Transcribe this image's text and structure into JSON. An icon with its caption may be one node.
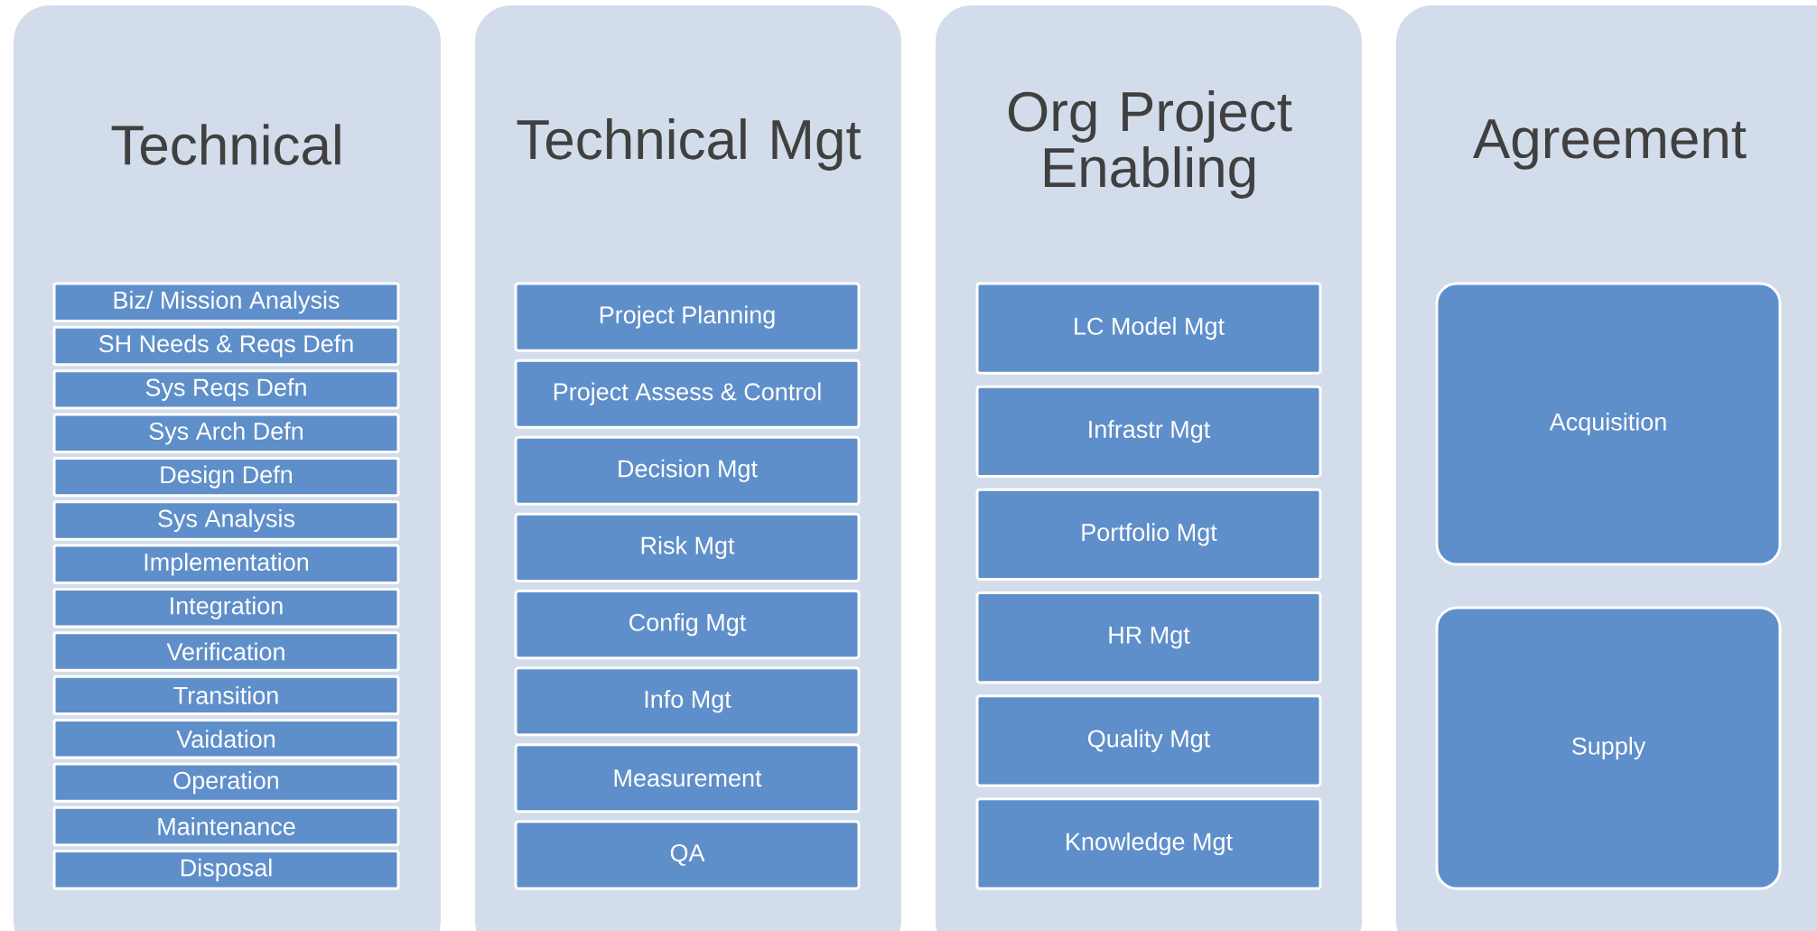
{
  "diagram": {
    "nodes": [
      {
        "text": [
          "Technical"
        ]
      },
      {
        "text": [
          "Biz/ Mission Analysis"
        ],
        "in": 0
      },
      {
        "text": [
          "SH Needs & Reqs Defn"
        ],
        "in": 0
      },
      {
        "text": [
          "Sys Reqs Defn"
        ],
        "in": 0
      },
      {
        "text": [
          "Sys Arch Defn"
        ],
        "in": 0
      },
      {
        "text": [
          "Design Defn"
        ],
        "in": 0
      },
      {
        "text": [
          "Sys Analysis"
        ],
        "in": 0
      },
      {
        "text": [
          "Implementation"
        ],
        "in": 0
      },
      {
        "text": [
          "Integration"
        ],
        "in": 0
      },
      {
        "text": [
          "Verification"
        ],
        "in": 0
      },
      {
        "text": [
          "Transition"
        ],
        "in": 0
      },
      {
        "text": [
          "Vaidation"
        ],
        "in": 0
      },
      {
        "text": [
          "Operation"
        ],
        "in": 0
      },
      {
        "text": [
          "Maintenance"
        ],
        "in": 0
      },
      {
        "text": [
          "Disposal"
        ],
        "in": 0
      },
      {
        "text": [
          "Technical Mgt"
        ]
      },
      {
        "text": [
          "Project Planning"
        ],
        "in": 15
      },
      {
        "text": [
          "Project Assess & Control"
        ],
        "in": 15
      },
      {
        "text": [
          "Decision Mgt"
        ],
        "in": 15
      },
      {
        "text": [
          "Risk Mgt"
        ],
        "in": 15
      },
      {
        "text": [
          "Config Mgt"
        ],
        "in": 15
      },
      {
        "text": [
          "Info Mgt"
        ],
        "in": 15
      },
      {
        "text": [
          "Measurement"
        ],
        "in": 15
      },
      {
        "text": [
          "QA"
        ],
        "in": 15
      },
      {
        "text": [
          "Org Project Enabling"
        ]
      },
      {
        "text": [
          "LC Model Mgt"
        ],
        "in": 24
      },
      {
        "text": [
          "Infrastr Mgt"
        ],
        "in": 24
      },
      {
        "text": [
          "Portfolio Mgt"
        ],
        "in": 24
      },
      {
        "text": [
          "HR Mgt"
        ],
        "in": 24
      },
      {
        "text": [
          "Quality Mgt"
        ],
        "in": 24
      },
      {
        "text": [
          "Knowledge Mgt"
        ],
        "in": 24
      },
      {
        "text": [
          "Agreement"
        ]
      },
      {
        "text": [
          "Acquisition"
        ],
        "in": 31
      },
      {
        "text": [
          "Supply"
        ],
        "in": 31
      }
    ]
  }
}
